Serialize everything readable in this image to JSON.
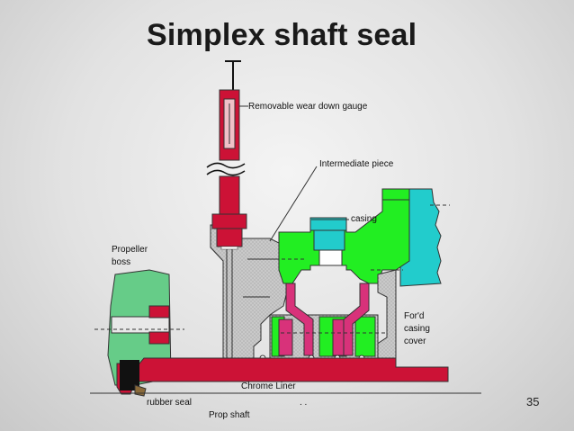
{
  "slide": {
    "title": "Simplex shaft seal",
    "page_number": "35"
  },
  "labels": {
    "gauge": "Removable wear down gauge",
    "intermediate": "Intermediate piece",
    "casing": "casing",
    "propeller_boss": [
      "Propeller",
      "boss"
    ],
    "fwd_cover": [
      "For'd",
      "casing",
      "cover"
    ],
    "chrome_liner": "Chrome   Liner",
    "rubber_seal": "rubber seal",
    "prop_shaft": "Prop shaft",
    "dots": ". ."
  },
  "colors": {
    "shaft_red": "#cc1236",
    "seal_magenta": "#d8327a",
    "green": "#22ee22",
    "grey": "#c8c8c8",
    "cyan": "#22cccc",
    "boss_green": "#66cc88"
  }
}
